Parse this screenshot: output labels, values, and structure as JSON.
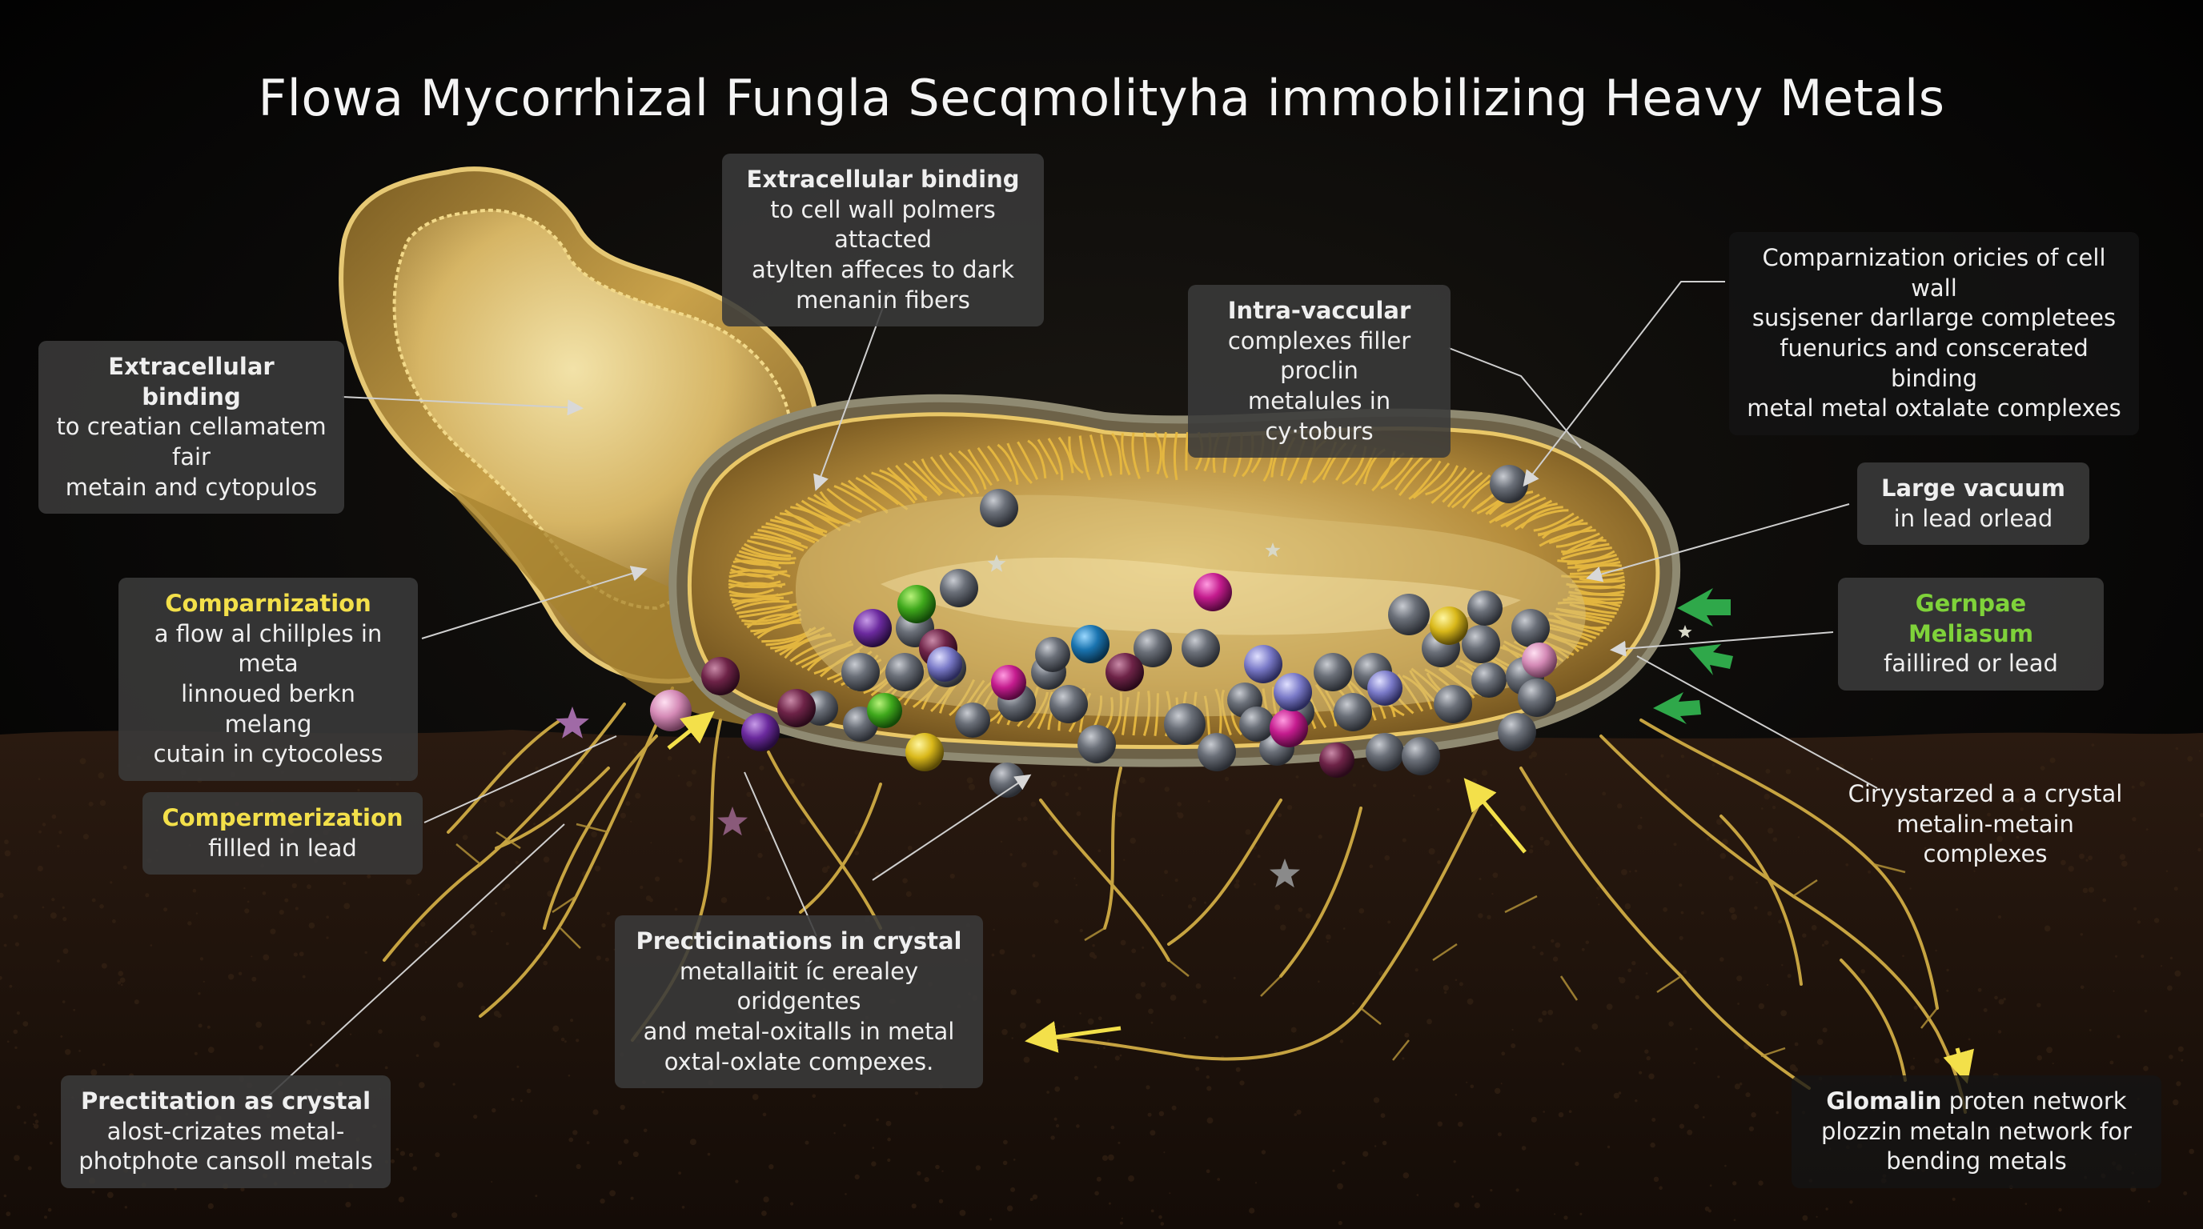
{
  "title": "Flowa Mycorrhizal Fungla Secqmolityha immobilizing Heavy Metals",
  "colors": {
    "background": "#000000",
    "soil": "#24160f",
    "cell_gold": "#c9a24a",
    "filament_gold": "#e0b84a",
    "highlight_yellow": "#f3e04a",
    "highlight_green": "#7fd23a",
    "arrow_green": "#2fa84a"
  },
  "labels": {
    "extracellular_top": {
      "heading": "Extracellular binding",
      "lines": [
        "to cell wall polmers attacted",
        "atylten affeces to dark",
        "menanin fibers"
      ]
    },
    "extracellular_left": {
      "heading": "Extracellular binding",
      "lines": [
        "to creatian cellamatem fair",
        "metain and cytopulos"
      ]
    },
    "intra_vaccular": {
      "heading": "Intra-vaccular",
      "lines": [
        "complexes filler proclin",
        "metalules in cy·toburs"
      ]
    },
    "comparnization_right": {
      "heading": "",
      "lines": [
        "Comparnization oricies of cell wall",
        "susjsener darllarge completees",
        "fuenurics and conscerated binding",
        "metal metal oxtalate complexes"
      ]
    },
    "large_vacuum": {
      "heading": "Large vacuum",
      "lines": [
        "in lead orlead"
      ]
    },
    "gernpae": {
      "heading": "Gernpae Meliasum",
      "lines": [
        "faillired or lead"
      ]
    },
    "comparnization_left": {
      "heading": "Comparnization",
      "lines": [
        "a flow al chillples in meta",
        "linnoued berkn melang",
        "cutain in cytocoless"
      ]
    },
    "compermerization": {
      "heading": "Compermerization",
      "lines": [
        "fillled in lead"
      ]
    },
    "crystarized": {
      "heading": "",
      "lines": [
        "Ciryystarzed a a crystal",
        "metalin-metain complexes"
      ]
    },
    "precticinations": {
      "heading": "Precticinations in crystal",
      "lines": [
        "metallaitit íc erealey oridgentes",
        "and metal-oxitalls in metal",
        "oxtal-oxlate compexes."
      ]
    },
    "prectitation": {
      "heading": "Prectitation as crystal",
      "lines": [
        "alost-crizates metal-",
        "photphote cansoll metals"
      ]
    },
    "glomalin": {
      "heading": "Glomalin",
      "lines": [
        "proten network",
        "plozzin metaln network for",
        "bending metals"
      ]
    }
  },
  "icons": [
    "metal-ion-sphere",
    "star-sparkle",
    "green-arrow",
    "hypha-filament"
  ]
}
